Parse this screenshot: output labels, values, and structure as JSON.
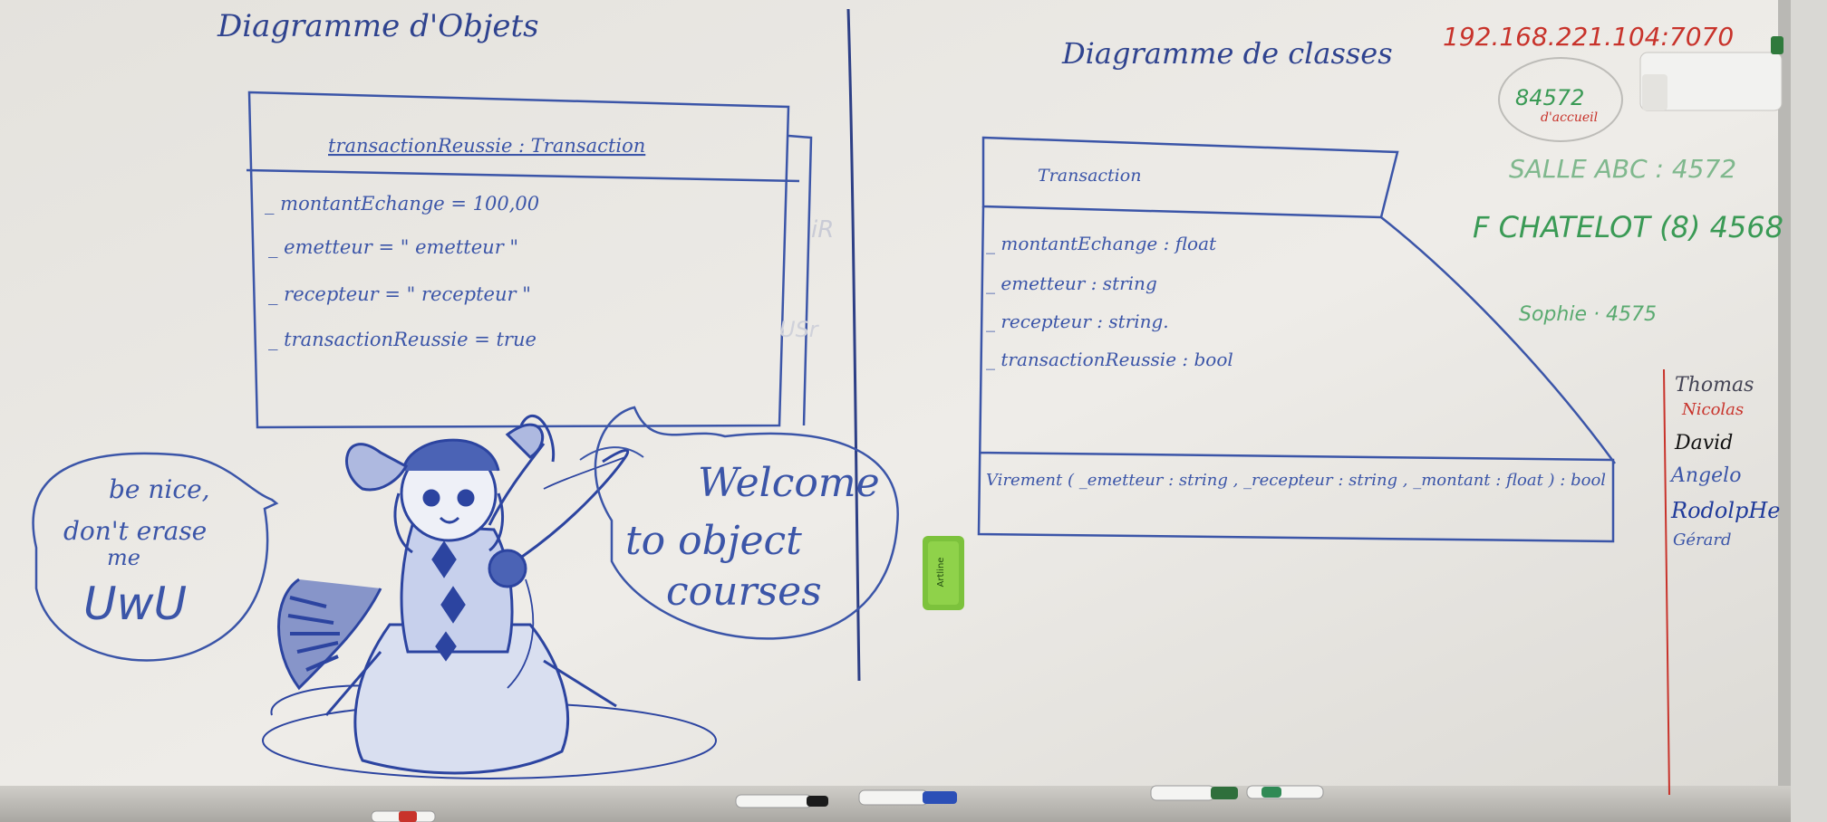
{
  "left_board": {
    "title": "Diagramme d'Objets",
    "object_box": {
      "header": "transactionReussie : Transaction",
      "attributes": [
        "_ montantEchange = 100,00",
        "_ emetteur = \" emetteur \"",
        "_ recepteur = \" recepteur \"",
        "_ transactionReussie = true"
      ]
    },
    "bubble_left": [
      "be nice,",
      "don't erase",
      "me",
      "UwU"
    ],
    "bubble_right": [
      "Welcome",
      "to object",
      "courses"
    ]
  },
  "right_board": {
    "title": "Diagramme de classes",
    "class_box": {
      "header": "Transaction",
      "attributes": [
        "_ montantEchange : float",
        "_ emetteur : string",
        "_ recepteur : string.",
        "_ transactionReussie : bool"
      ],
      "method": "Virement ( _emetteur : string , _recepteur : string , _montant : float ) : bool"
    }
  },
  "side_notes": {
    "ip": "192.168.221.104:7070",
    "extension": "84572",
    "extension_note": "d'accueil",
    "salle": "SALLE ABC : 4572",
    "chatelot": "F CHATELOT (8) 4568",
    "sophie": "Sophie · 4575"
  },
  "names": [
    "Thomas",
    "Nicolas",
    "David",
    "Angelo",
    "RodolpHe",
    "Gérard"
  ],
  "colors": {
    "marker_blue": "#3b55a8",
    "marker_red": "#c8332b",
    "marker_green": "#3a9a55",
    "board": "#eceae5"
  },
  "eraser_label": "Artline"
}
